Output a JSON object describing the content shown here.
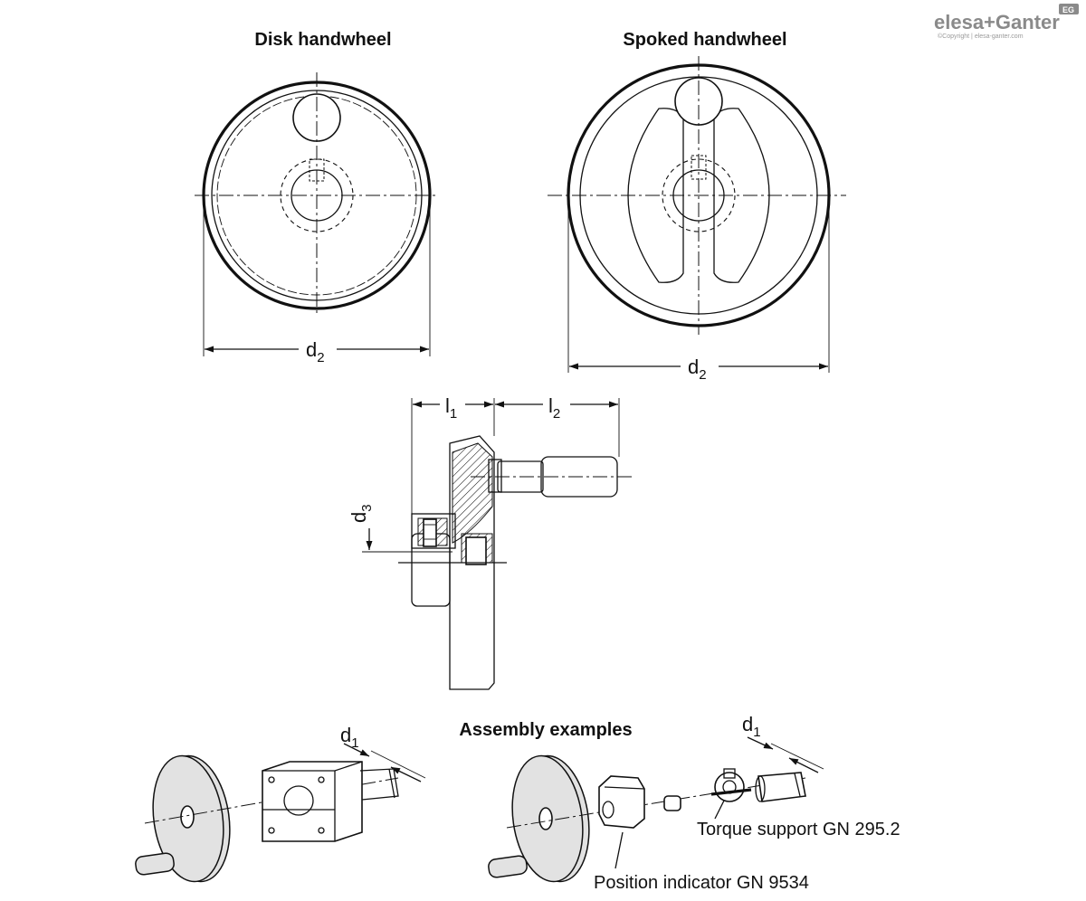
{
  "brand": {
    "logo_text": "elesa+Ganter",
    "logo_badge": "EG",
    "copyright": "©Copyright | elesa-ganter.com"
  },
  "views": {
    "disk_title": "Disk handwheel",
    "spoked_title": "Spoked handwheel",
    "assembly_title": "Assembly examples"
  },
  "dimensions": {
    "d2_main": "d",
    "d2_sub": "2",
    "l1_main": "l",
    "l1_sub": "1",
    "l2_main": "l",
    "l2_sub": "2",
    "d3_main": "d",
    "d3_sub": "3",
    "d1_main": "d",
    "d1_sub": "1"
  },
  "callouts": {
    "torque_support": "Torque support GN 295.2",
    "position_indicator": "Position indicator GN 9534"
  }
}
